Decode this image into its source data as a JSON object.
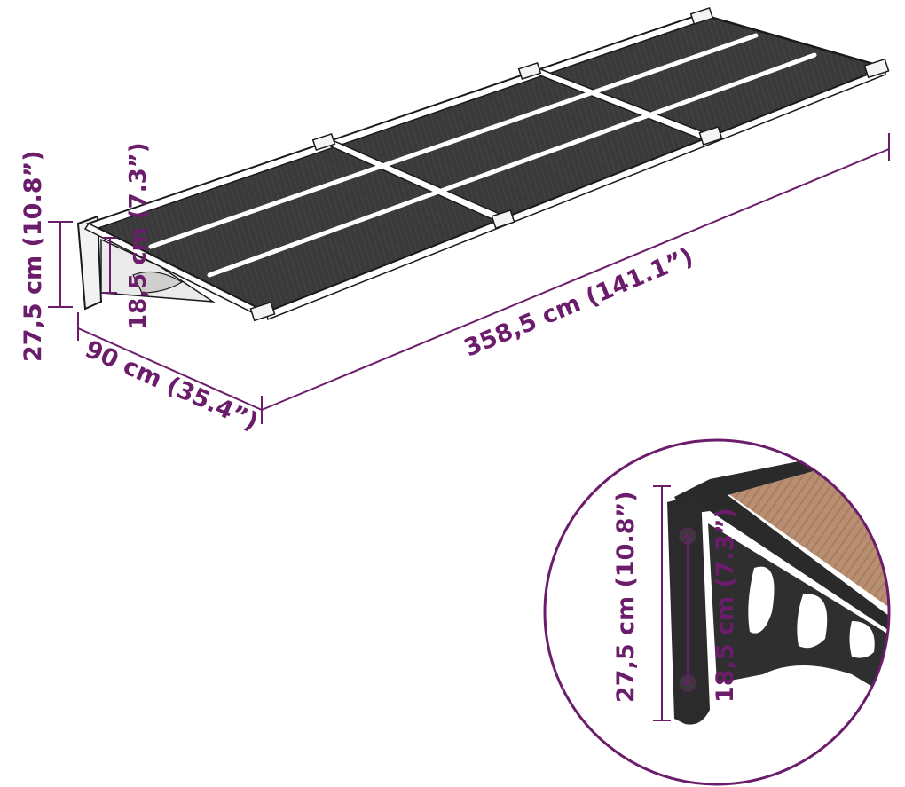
{
  "colors": {
    "dimension": "#6b1d6b",
    "panel": "#3c3c3c",
    "frame": "#ffffff",
    "outline": "#1a1a1a",
    "bracket": "#2a2a2a",
    "detail_panel": "#b98f72"
  },
  "dimensions": {
    "length": "358,5 cm (141.1”)",
    "depth": "90 cm (35.4”)",
    "height": "27,5 cm (10.8”)",
    "hole_spacing": "18,5 cm (7.3”)"
  },
  "detail": {
    "height": "27,5 cm (10.8”)",
    "hole_spacing": "18,5 cm (7.3”)"
  }
}
